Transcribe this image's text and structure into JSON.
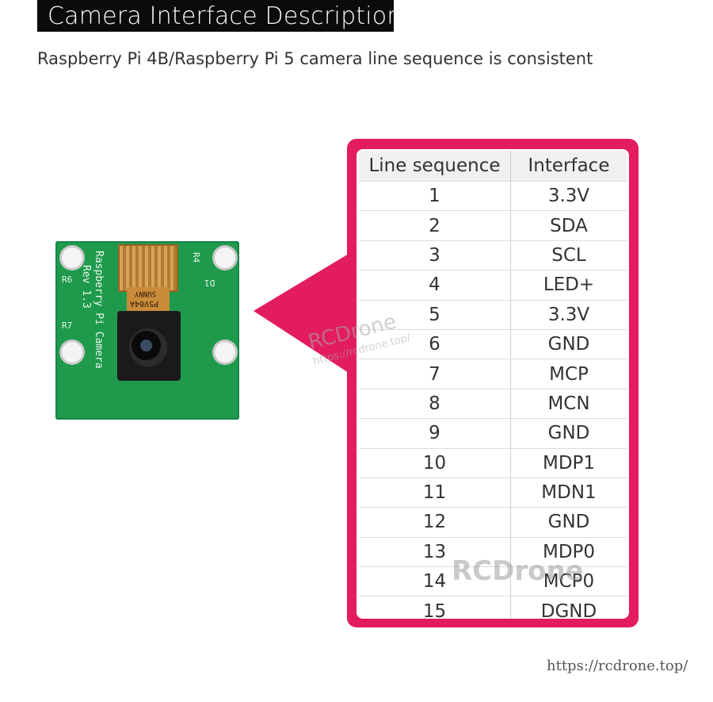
{
  "header": {
    "title": "Camera Interface Description",
    "subtitle": "Raspberry Pi 4B/Raspberry Pi 5 camera line sequence is consistent"
  },
  "board": {
    "silkscreen_main": "Raspberry Pi Camera",
    "silkscreen_rev": "Rev 1.3",
    "label_r6": "R6",
    "label_r7": "R7",
    "label_d1": "D1",
    "label_r4": "R4",
    "chip_label_1": "P5V04A",
    "chip_label_2": "SUNNY"
  },
  "table": {
    "headers": [
      "Line sequence",
      "Interface"
    ],
    "rows": [
      [
        "1",
        "3.3V"
      ],
      [
        "2",
        "SDA"
      ],
      [
        "3",
        "SCL"
      ],
      [
        "4",
        "LED+"
      ],
      [
        "5",
        "3.3V"
      ],
      [
        "6",
        "GND"
      ],
      [
        "7",
        "MCP"
      ],
      [
        "8",
        "MCN"
      ],
      [
        "9",
        "GND"
      ],
      [
        "10",
        "MDP1"
      ],
      [
        "11",
        "MDN1"
      ],
      [
        "12",
        "GND"
      ],
      [
        "13",
        "MDP0"
      ],
      [
        "14",
        "MCP0"
      ],
      [
        "15",
        "DGND"
      ]
    ]
  },
  "watermarks": {
    "brand": "RCDrone",
    "url": "https://rcdrone.top/"
  },
  "footer": {
    "url": "https://rcdrone.top/"
  },
  "colors": {
    "frame": "#e31c5f",
    "board": "#1f9a4d",
    "title_bg": "#0b0b0b"
  }
}
